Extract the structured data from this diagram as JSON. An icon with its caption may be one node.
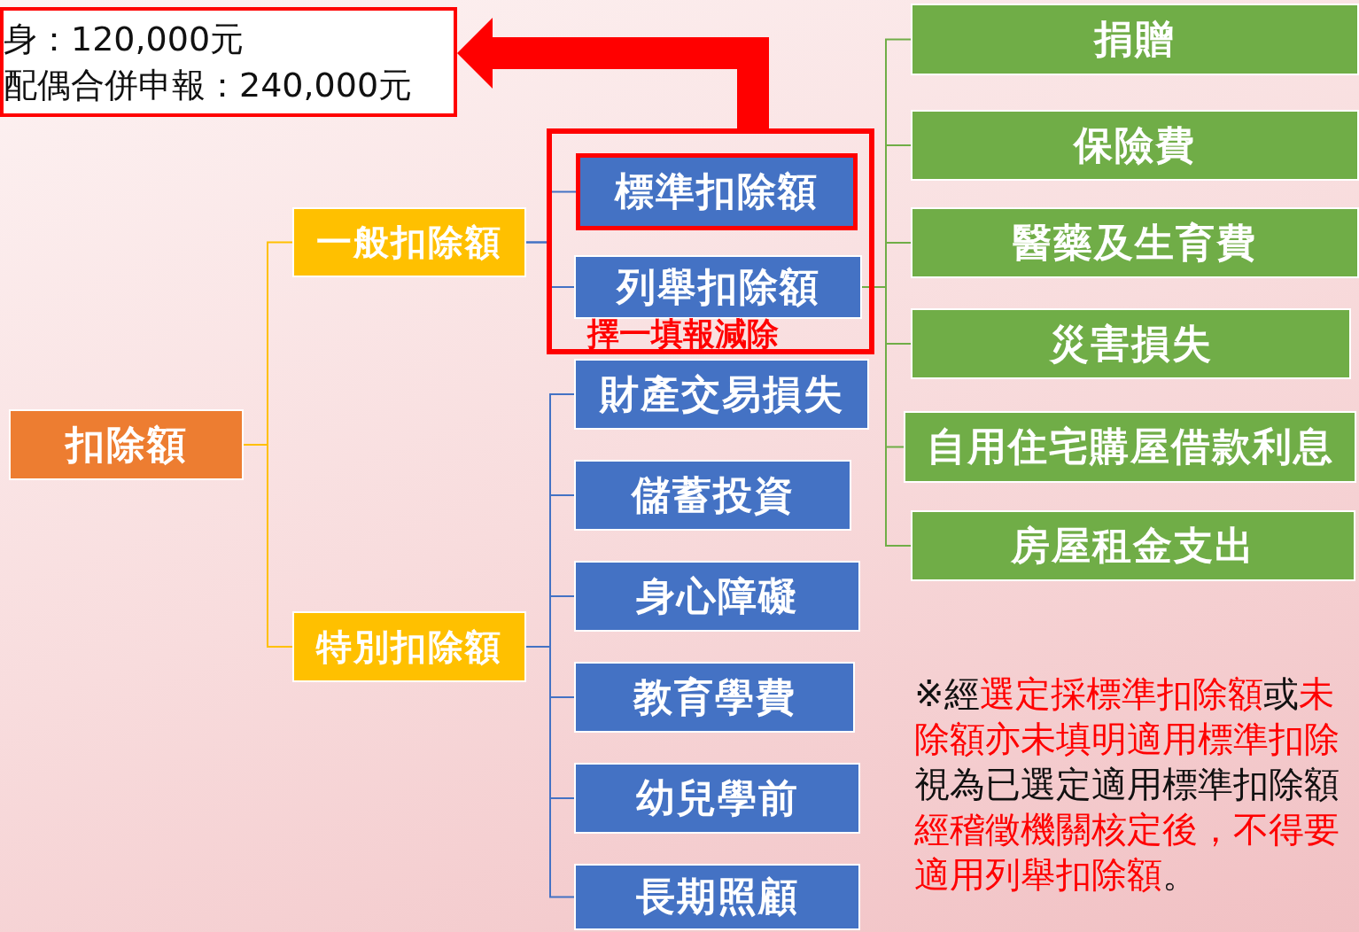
{
  "diagram": {
    "nodes": [
      {
        "text": [
          "身：120,000元",
          "配偶合併申報：240,000元"
        ]
      },
      {
        "text": [
          "扣除額"
        ]
      },
      {
        "text": [
          "一般扣除額"
        ]
      },
      {
        "text": [
          "特別扣除額"
        ]
      },
      {
        "text": [
          "擇一填報減除"
        ]
      },
      {
        "text": [
          "標準扣除額"
        ],
        "in": 4
      },
      {
        "text": [
          "列舉扣除額"
        ],
        "in": 4
      },
      {
        "text": [
          "財產交易損失"
        ]
      },
      {
        "text": [
          "儲蓄投資"
        ]
      },
      {
        "text": [
          "身心障礙"
        ]
      },
      {
        "text": [
          "教育學費"
        ]
      },
      {
        "text": [
          "幼兒學前"
        ]
      },
      {
        "text": [
          "長期照顧"
        ]
      },
      {
        "text": [
          "捐贈"
        ]
      },
      {
        "text": [
          "保險費"
        ]
      },
      {
        "text": [
          "醫藥及生育費"
        ]
      },
      {
        "text": [
          "災害損失"
        ]
      },
      {
        "text": [
          "自用住宅購屋借款利息"
        ]
      },
      {
        "text": [
          "房屋租金支出"
        ]
      }
    ],
    "edges": [
      {
        "from": 4,
        "to": 0,
        "arrow": "to",
        "style": "thick",
        "color": "#ff0000"
      },
      {
        "from": 1,
        "to": 2,
        "arrow": "none",
        "color": "#ffc000"
      },
      {
        "from": 1,
        "to": 3,
        "arrow": "none",
        "color": "#ffc000"
      },
      {
        "from": 2,
        "to": 5,
        "arrow": "none"
      },
      {
        "from": 2,
        "to": 6,
        "arrow": "none"
      },
      {
        "from": 3,
        "to": 7,
        "arrow": "none"
      },
      {
        "from": 3,
        "to": 8,
        "arrow": "none"
      },
      {
        "from": 3,
        "to": 9,
        "arrow": "none"
      },
      {
        "from": 3,
        "to": 10,
        "arrow": "none"
      },
      {
        "from": 3,
        "to": 11,
        "arrow": "none"
      },
      {
        "from": 3,
        "to": 12,
        "arrow": "none"
      },
      {
        "from": 6,
        "to": 13,
        "arrow": "none",
        "color": "#70ad47"
      },
      {
        "from": 6,
        "to": 14,
        "arrow": "none",
        "color": "#70ad47"
      },
      {
        "from": 6,
        "to": 15,
        "arrow": "none",
        "color": "#70ad47"
      },
      {
        "from": 6,
        "to": 16,
        "arrow": "none",
        "color": "#70ad47"
      },
      {
        "from": 6,
        "to": 17,
        "arrow": "none",
        "color": "#70ad47"
      },
      {
        "from": 6,
        "to": 18,
        "arrow": "none",
        "color": "#70ad47"
      }
    ],
    "labels": [
      "※經",
      "選定採標準扣除額",
      "或",
      "未除額亦未填明適用標準扣除",
      "視為已選定適用標準扣除額",
      "經稽徵機關核定後，不得要適用列舉扣除額",
      "。"
    ]
  }
}
